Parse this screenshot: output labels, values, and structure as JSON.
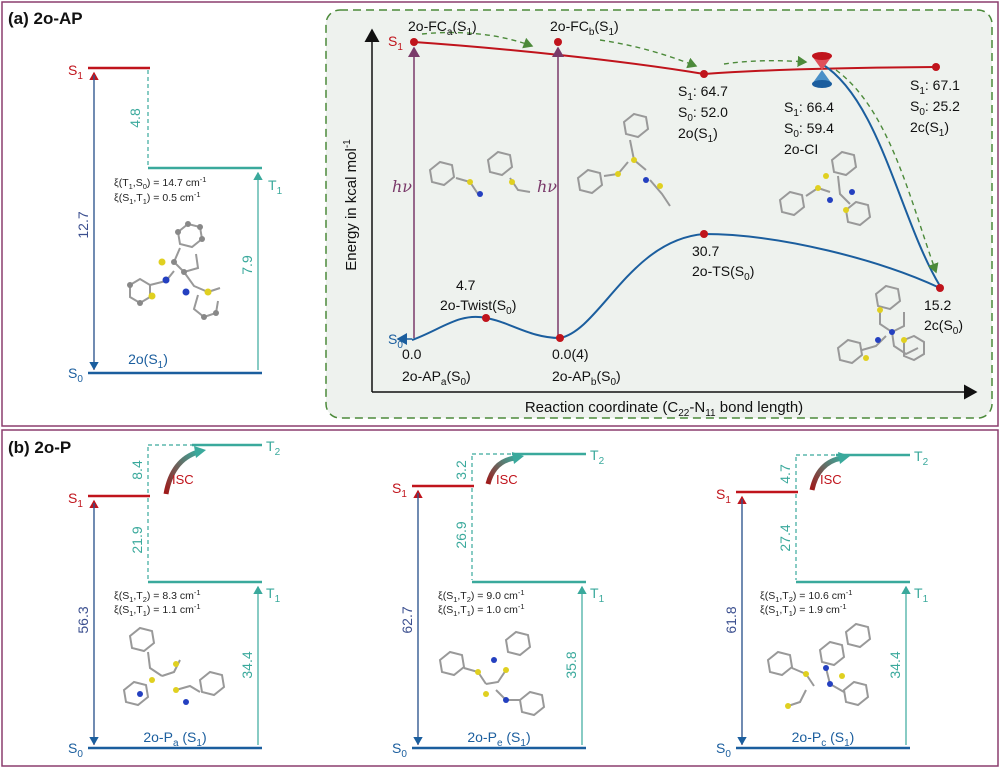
{
  "colors": {
    "s1": "#c0141c",
    "t": "#3aa99c",
    "s0": "#1b5e9e",
    "frame": "#8b3d6e",
    "dash": "#4c8a3a",
    "hv": "#7a3a6a",
    "num": "#3b4f8f"
  },
  "panel_a": {
    "label": "(a) 2o-AP",
    "left": {
      "s1": "S",
      "s1_sub": "1",
      "t1": "T",
      "t1_sub": "1",
      "s0": "S",
      "s0_sub": "0",
      "gap_s1_t1": "4.8",
      "gap_s0_s1": "12.7",
      "gap_s0_t1": "7.9",
      "xi1_pre": "ξ(T",
      "xi1_sub1": "1",
      "xi1_mid": ",S",
      "xi1_sub2": "0",
      "xi1_post": ") = 14.7 cm",
      "xi2_pre": "ξ(S",
      "xi2_sub1": "1",
      "xi2_mid": ",T",
      "xi2_sub2": "1",
      "xi2_post": ") = 0.5 cm",
      "minus1": "-1",
      "state_pre": "2o(S",
      "state_sub": "1",
      "state_post": ")"
    },
    "right": {
      "y_axis": "Energy in kcal mol",
      "y_axis_sup": "-1",
      "x_axis_pre": "Reaction coordinate (C",
      "x_axis_sub1": "22",
      "x_axis_mid": "-N",
      "x_axis_sub2": "11",
      "x_axis_post": " bond length)",
      "hv": "hν",
      "fca_pre": "2o-FC",
      "fca_sub": "a",
      "fca_mid": "(S",
      "fca_sub2": "1",
      "fca_post": ")",
      "fcb_pre": "2o-FC",
      "fcb_sub": "b",
      "fcb_mid": "(S",
      "fcb_sub2": "1",
      "fcb_post": ")",
      "s1_label": "S",
      "s1_sub": "1",
      "s0_label": "S",
      "s0_sub": "0",
      "o_s1": "S",
      "o_s1v": ": 64.7",
      "o_s0": "S",
      "o_s0v": ": 52.0",
      "o_name_pre": "2o(S",
      "o_name_post": ")",
      "ci_s1v": ": 66.4",
      "ci_s0v": ": 59.4",
      "ci_name": "2o-CI",
      "c_s1v": ": 67.1",
      "c_s0v": ": 25.2",
      "c_name_pre": "2c(S",
      "c_name_post": ")",
      "twist_val": "4.7",
      "twist_pre": "2o-Twist(S",
      "twist_post": ")",
      "ts_val": "30.7",
      "ts_pre": "2o-TS(S",
      "ts_post": ")",
      "c0_val": "15.2",
      "c0_pre": "2c(S",
      "c0_post": ")",
      "apa_val": "0.0",
      "apa_pre": "2o-AP",
      "apa_sub": "a",
      "apa_mid": "(S",
      "apa_post": ")",
      "apb_val": "0.0(4)",
      "apb_pre": "2o-AP",
      "apb_sub": "b",
      "apb_mid": "(S",
      "apb_post": ")",
      "sub1": "1",
      "sub0": "0"
    }
  },
  "panel_b": {
    "label": "(b) 2o-P",
    "isc": "ISC",
    "diagrams": [
      {
        "t2_gap": "8.4",
        "s1_t1": "21.9",
        "s0_s1": "56.3",
        "s0_t1": "34.4",
        "xi1": ") = 8.3 cm",
        "xi2": ") = 1.1 cm",
        "name_pre": "2o-P",
        "name_sub": "a",
        "name_post": " (S"
      },
      {
        "t2_gap": "3.2",
        "s1_t1": "26.9",
        "s0_s1": "62.7",
        "s0_t1": "35.8",
        "xi1": ") = 9.0 cm",
        "xi2": ") = 1.0 cm",
        "name_pre": "2o-P",
        "name_sub": "e",
        "name_post": " (S"
      },
      {
        "t2_gap": "4.7",
        "s1_t1": "27.4",
        "s0_s1": "61.8",
        "s0_t1": "34.4",
        "xi1": ") = 10.6 cm",
        "xi2": ") = 1.9 cm",
        "name_pre": "2o-P",
        "name_sub": "c",
        "name_post": " (S"
      }
    ],
    "xi_pre": "ξ(S",
    "xi_t2": ",T",
    "s": "S",
    "t": "T",
    "one": "1",
    "two": "2",
    "zero": "0",
    "close": ")",
    "minus1": "-1"
  }
}
